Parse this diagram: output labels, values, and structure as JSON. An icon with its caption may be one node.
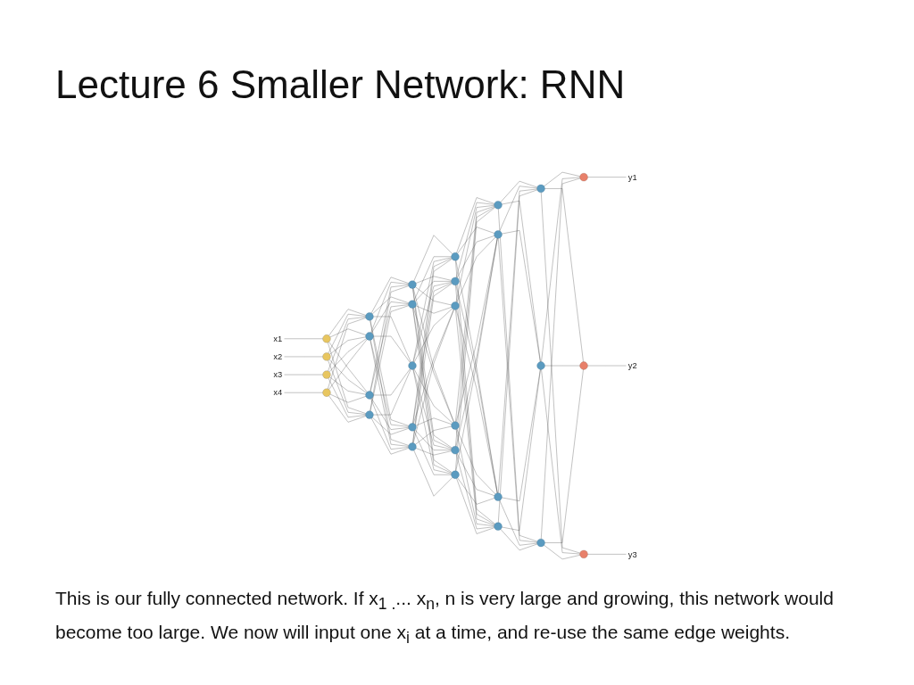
{
  "diagram": {
    "title": "Lecture 6 Smaller Network: RNN",
    "caption": "This is our fully connected network. If x$_{1 .}$... x$_{n}$, n is very large and growing, this network would become too large. We now will input one x$_{i}$ at a time, and re-use the same edge weights.",
    "nodes": [
      {
        "text": [
          "x1"
        ]
      },
      {
        "text": [
          "x2"
        ]
      },
      {
        "text": [
          "x3"
        ]
      },
      {
        "text": [
          "x4"
        ]
      },
      {
        "text": [],
        "shape": "circle"
      },
      {
        "text": [],
        "shape": "circle"
      },
      {
        "text": [],
        "shape": "circle"
      },
      {
        "text": [],
        "shape": "circle"
      },
      {
        "text": [],
        "shape": "circle"
      },
      {
        "text": [],
        "shape": "circle"
      },
      {
        "text": [],
        "shape": "circle"
      },
      {
        "text": [],
        "shape": "circle"
      },
      {
        "text": [],
        "shape": "circle"
      },
      {
        "text": [],
        "shape": "circle"
      },
      {
        "text": [],
        "shape": "circle"
      },
      {
        "text": [],
        "shape": "circle"
      },
      {
        "text": [],
        "shape": "circle"
      },
      {
        "text": [],
        "shape": "circle"
      },
      {
        "text": [],
        "shape": "circle"
      },
      {
        "text": [],
        "shape": "circle"
      },
      {
        "text": [],
        "shape": "circle"
      },
      {
        "text": [],
        "shape": "circle"
      },
      {
        "text": [],
        "shape": "circle"
      },
      {
        "text": [],
        "shape": "circle"
      },
      {
        "text": [],
        "shape": "circle"
      },
      {
        "text": [],
        "shape": "circle"
      },
      {
        "text": [],
        "shape": "circle"
      },
      {
        "text": [],
        "shape": "circle"
      },
      {
        "text": [],
        "shape": "circle"
      },
      {
        "text": [],
        "shape": "circle"
      },
      {
        "text": [],
        "shape": "circle"
      },
      {
        "text": [],
        "shape": "circle"
      },
      {
        "text": [],
        "shape": "circle"
      },
      {
        "text": [
          "y1"
        ]
      },
      {
        "text": [
          "y2"
        ]
      },
      {
        "text": [
          "y3"
        ]
      }
    ],
    "edges": [
      {
        "from": 0,
        "to": 4,
        "arrow": "none"
      },
      {
        "from": 1,
        "to": 5,
        "arrow": "none"
      },
      {
        "from": 2,
        "to": 6,
        "arrow": "none"
      },
      {
        "from": 3,
        "to": 7,
        "arrow": "none"
      },
      {
        "from": 4,
        "to": 8,
        "arrow": "none"
      },
      {
        "from": 4,
        "to": 9,
        "arrow": "none"
      },
      {
        "from": 4,
        "to": 10,
        "arrow": "none"
      },
      {
        "from": 4,
        "to": 11,
        "arrow": "none"
      },
      {
        "from": 5,
        "to": 8,
        "arrow": "none"
      },
      {
        "from": 5,
        "to": 9,
        "arrow": "none"
      },
      {
        "from": 5,
        "to": 10,
        "arrow": "none"
      },
      {
        "from": 5,
        "to": 11,
        "arrow": "none"
      },
      {
        "from": 6,
        "to": 8,
        "arrow": "none"
      },
      {
        "from": 6,
        "to": 9,
        "arrow": "none"
      },
      {
        "from": 6,
        "to": 10,
        "arrow": "none"
      },
      {
        "from": 6,
        "to": 11,
        "arrow": "none"
      },
      {
        "from": 7,
        "to": 8,
        "arrow": "none"
      },
      {
        "from": 7,
        "to": 9,
        "arrow": "none"
      },
      {
        "from": 7,
        "to": 10,
        "arrow": "none"
      },
      {
        "from": 7,
        "to": 11,
        "arrow": "none"
      },
      {
        "from": 8,
        "to": 12,
        "arrow": "none"
      },
      {
        "from": 8,
        "to": 13,
        "arrow": "none"
      },
      {
        "from": 8,
        "to": 14,
        "arrow": "none"
      },
      {
        "from": 8,
        "to": 15,
        "arrow": "none"
      },
      {
        "from": 8,
        "to": 16,
        "arrow": "none"
      },
      {
        "from": 9,
        "to": 12,
        "arrow": "none"
      },
      {
        "from": 9,
        "to": 13,
        "arrow": "none"
      },
      {
        "from": 9,
        "to": 14,
        "arrow": "none"
      },
      {
        "from": 9,
        "to": 15,
        "arrow": "none"
      },
      {
        "from": 9,
        "to": 16,
        "arrow": "none"
      },
      {
        "from": 10,
        "to": 12,
        "arrow": "none"
      },
      {
        "from": 10,
        "to": 13,
        "arrow": "none"
      },
      {
        "from": 10,
        "to": 14,
        "arrow": "none"
      },
      {
        "from": 10,
        "to": 15,
        "arrow": "none"
      },
      {
        "from": 10,
        "to": 16,
        "arrow": "none"
      },
      {
        "from": 11,
        "to": 12,
        "arrow": "none"
      },
      {
        "from": 11,
        "to": 13,
        "arrow": "none"
      },
      {
        "from": 11,
        "to": 14,
        "arrow": "none"
      },
      {
        "from": 11,
        "to": 15,
        "arrow": "none"
      },
      {
        "from": 11,
        "to": 16,
        "arrow": "none"
      },
      {
        "from": 12,
        "to": 17,
        "arrow": "none"
      },
      {
        "from": 12,
        "to": 18,
        "arrow": "none"
      },
      {
        "from": 12,
        "to": 19,
        "arrow": "none"
      },
      {
        "from": 12,
        "to": 20,
        "arrow": "none"
      },
      {
        "from": 12,
        "to": 21,
        "arrow": "none"
      },
      {
        "from": 12,
        "to": 22,
        "arrow": "none"
      },
      {
        "from": 13,
        "to": 17,
        "arrow": "none"
      },
      {
        "from": 13,
        "to": 18,
        "arrow": "none"
      },
      {
        "from": 13,
        "to": 19,
        "arrow": "none"
      },
      {
        "from": 13,
        "to": 20,
        "arrow": "none"
      },
      {
        "from": 13,
        "to": 21,
        "arrow": "none"
      },
      {
        "from": 13,
        "to": 22,
        "arrow": "none"
      },
      {
        "from": 14,
        "to": 17,
        "arrow": "none"
      },
      {
        "from": 14,
        "to": 18,
        "arrow": "none"
      },
      {
        "from": 14,
        "to": 19,
        "arrow": "none"
      },
      {
        "from": 14,
        "to": 20,
        "arrow": "none"
      },
      {
        "from": 14,
        "to": 21,
        "arrow": "none"
      },
      {
        "from": 14,
        "to": 22,
        "arrow": "none"
      },
      {
        "from": 15,
        "to": 17,
        "arrow": "none"
      },
      {
        "from": 15,
        "to": 18,
        "arrow": "none"
      },
      {
        "from": 15,
        "to": 19,
        "arrow": "none"
      },
      {
        "from": 15,
        "to": 20,
        "arrow": "none"
      },
      {
        "from": 15,
        "to": 21,
        "arrow": "none"
      },
      {
        "from": 15,
        "to": 22,
        "arrow": "none"
      },
      {
        "from": 16,
        "to": 17,
        "arrow": "none"
      },
      {
        "from": 16,
        "to": 18,
        "arrow": "none"
      },
      {
        "from": 16,
        "to": 19,
        "arrow": "none"
      },
      {
        "from": 16,
        "to": 20,
        "arrow": "none"
      },
      {
        "from": 16,
        "to": 21,
        "arrow": "none"
      },
      {
        "from": 16,
        "to": 22,
        "arrow": "none"
      },
      {
        "from": 17,
        "to": 23,
        "arrow": "none"
      },
      {
        "from": 17,
        "to": 24,
        "arrow": "none"
      },
      {
        "from": 17,
        "to": 25,
        "arrow": "none"
      },
      {
        "from": 17,
        "to": 26,
        "arrow": "none"
      },
      {
        "from": 18,
        "to": 23,
        "arrow": "none"
      },
      {
        "from": 18,
        "to": 24,
        "arrow": "none"
      },
      {
        "from": 18,
        "to": 25,
        "arrow": "none"
      },
      {
        "from": 18,
        "to": 26,
        "arrow": "none"
      },
      {
        "from": 19,
        "to": 23,
        "arrow": "none"
      },
      {
        "from": 19,
        "to": 24,
        "arrow": "none"
      },
      {
        "from": 19,
        "to": 25,
        "arrow": "none"
      },
      {
        "from": 19,
        "to": 26,
        "arrow": "none"
      },
      {
        "from": 20,
        "to": 23,
        "arrow": "none"
      },
      {
        "from": 20,
        "to": 24,
        "arrow": "none"
      },
      {
        "from": 20,
        "to": 25,
        "arrow": "none"
      },
      {
        "from": 20,
        "to": 26,
        "arrow": "none"
      },
      {
        "from": 21,
        "to": 23,
        "arrow": "none"
      },
      {
        "from": 21,
        "to": 24,
        "arrow": "none"
      },
      {
        "from": 21,
        "to": 25,
        "arrow": "none"
      },
      {
        "from": 21,
        "to": 26,
        "arrow": "none"
      },
      {
        "from": 22,
        "to": 23,
        "arrow": "none"
      },
      {
        "from": 22,
        "to": 24,
        "arrow": "none"
      },
      {
        "from": 22,
        "to": 25,
        "arrow": "none"
      },
      {
        "from": 22,
        "to": 26,
        "arrow": "none"
      },
      {
        "from": 23,
        "to": 27,
        "arrow": "none"
      },
      {
        "from": 23,
        "to": 28,
        "arrow": "none"
      },
      {
        "from": 23,
        "to": 29,
        "arrow": "none"
      },
      {
        "from": 24,
        "to": 27,
        "arrow": "none"
      },
      {
        "from": 24,
        "to": 28,
        "arrow": "none"
      },
      {
        "from": 24,
        "to": 29,
        "arrow": "none"
      },
      {
        "from": 25,
        "to": 27,
        "arrow": "none"
      },
      {
        "from": 25,
        "to": 28,
        "arrow": "none"
      },
      {
        "from": 25,
        "to": 29,
        "arrow": "none"
      },
      {
        "from": 26,
        "to": 27,
        "arrow": "none"
      },
      {
        "from": 26,
        "to": 28,
        "arrow": "none"
      },
      {
        "from": 26,
        "to": 29,
        "arrow": "none"
      },
      {
        "from": 27,
        "to": 30,
        "arrow": "none"
      },
      {
        "from": 27,
        "to": 31,
        "arrow": "none"
      },
      {
        "from": 27,
        "to": 32,
        "arrow": "none"
      },
      {
        "from": 28,
        "to": 30,
        "arrow": "none"
      },
      {
        "from": 28,
        "to": 31,
        "arrow": "none"
      },
      {
        "from": 28,
        "to": 32,
        "arrow": "none"
      },
      {
        "from": 29,
        "to": 30,
        "arrow": "none"
      },
      {
        "from": 29,
        "to": 31,
        "arrow": "none"
      },
      {
        "from": 29,
        "to": 32,
        "arrow": "none"
      },
      {
        "from": 30,
        "to": 33,
        "arrow": "none"
      },
      {
        "from": 31,
        "to": 34,
        "arrow": "none"
      },
      {
        "from": 32,
        "to": 35,
        "arrow": "none"
      }
    ]
  }
}
